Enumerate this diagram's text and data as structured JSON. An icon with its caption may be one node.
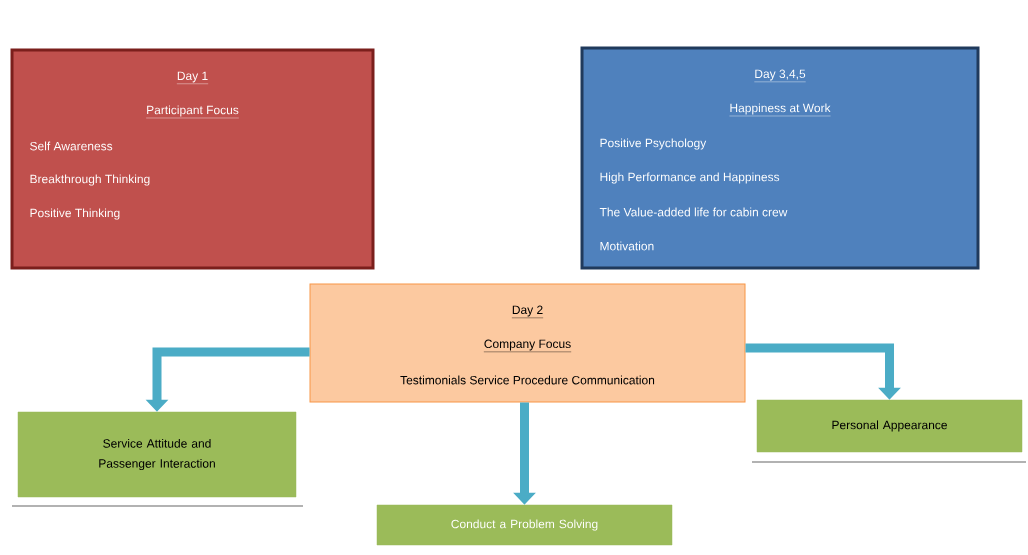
{
  "diagram": {
    "nodes": [
      {
        "text": [
          "Day 1",
          "Participant Focus",
          "Self Awareness",
          "Breakthrough Thinking",
          "Positive Thinking"
        ]
      },
      {
        "text": [
          "Day 3,4,5",
          "Happiness at Work",
          "Positive Psychology",
          "High Performance and Happiness",
          "The Value-added life for cabin crew",
          "Motivation"
        ]
      },
      {
        "text": [
          "Day 2",
          "Company Focus",
          "Testimonials Service Procedure Communication"
        ]
      },
      {
        "text": [
          "Service Attitude and Passenger Interaction"
        ]
      },
      {
        "text": [
          "Personal Appearance"
        ]
      },
      {
        "text": [
          "Conduct a Problem Solving"
        ]
      }
    ],
    "edges": [
      {
        "from": 2,
        "to": 3,
        "arrow": "to"
      },
      {
        "from": 2,
        "to": 4,
        "arrow": "to"
      },
      {
        "from": 2,
        "to": 5,
        "arrow": "to"
      }
    ]
  }
}
